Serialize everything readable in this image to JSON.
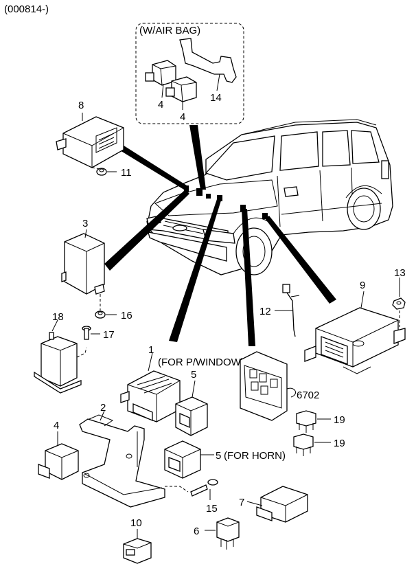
{
  "header": {
    "code": "(000814-)"
  },
  "inset": {
    "title": "(W/AIR BAG)"
  },
  "notes": {
    "p_window": "(FOR P/WINDOW)",
    "horn": "(FOR HORN)"
  },
  "callouts": {
    "n1": "1",
    "n2": "2",
    "n3": "3",
    "n4_left": "4",
    "n4_inset_a": "4",
    "n4_inset_b": "4",
    "n5_top": "5",
    "n5_horn": "5",
    "n6": "6",
    "n7": "7",
    "n8": "8",
    "n9": "9",
    "n10": "10",
    "n11": "11",
    "n12": "12",
    "n13": "13",
    "n14": "14",
    "n15": "15",
    "n16": "16",
    "n17": "17",
    "n18": "18",
    "n19_a": "19",
    "n19_b": "19",
    "n6702": "6702"
  }
}
